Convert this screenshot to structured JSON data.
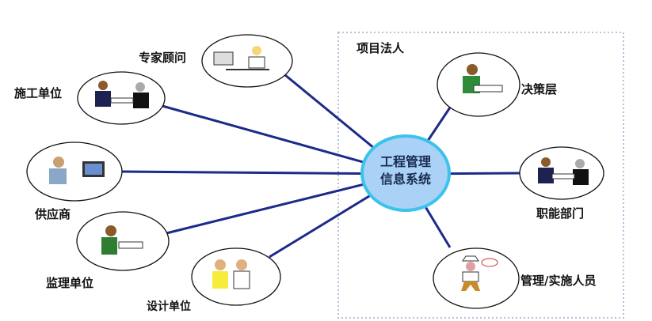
{
  "title_group": "项目法人",
  "center": {
    "line1": "工程管理",
    "line2": "信息系统"
  },
  "nodes": {
    "expert": "专家顾问",
    "construction": "施工单位",
    "supplier": "供应商",
    "supervision": "监理单位",
    "design": "设计单位",
    "decision": "决策层",
    "functional": "职能部门",
    "staff": "管理/实施人员"
  },
  "colors": {
    "line": "#1c2a8a",
    "center_fill": "#a9d2f6",
    "center_stroke": "#3cc3ec",
    "box": "#b8c0d8"
  }
}
